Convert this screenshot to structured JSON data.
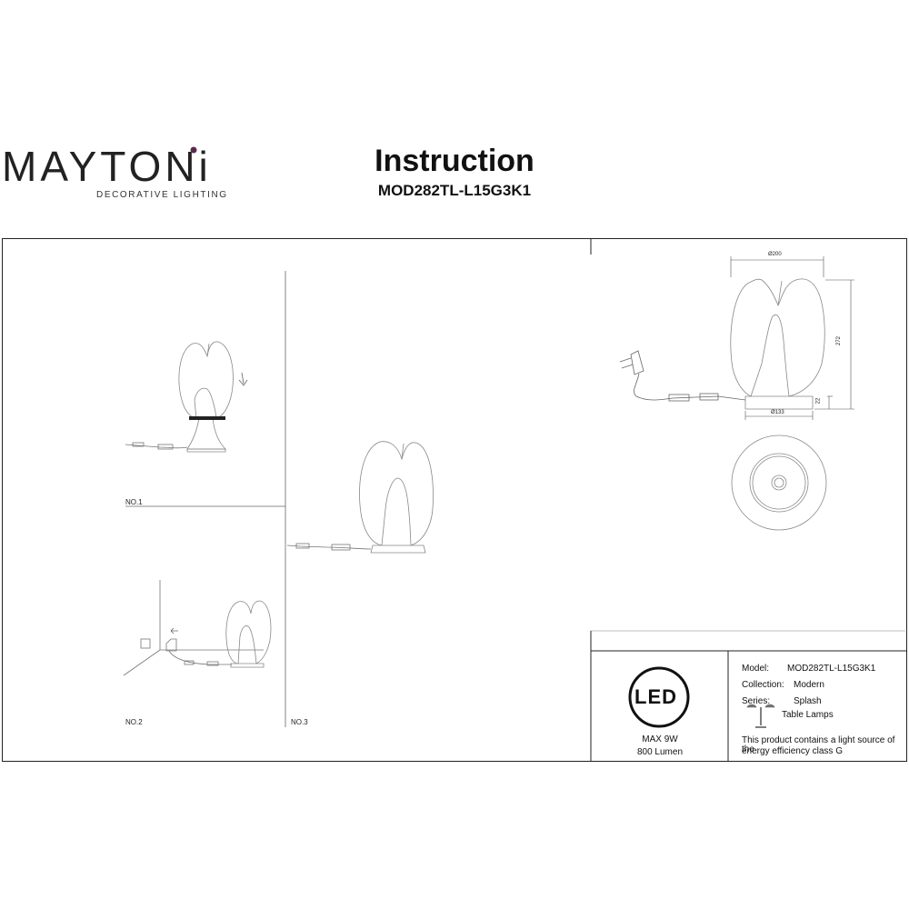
{
  "header": {
    "brand": "MAYTONi",
    "brand_tagline": "DECORATIVE LIGHTING",
    "title": "Instruction",
    "model_code": "MOD282TL-L15G3K1"
  },
  "steps": {
    "step1": "NO.1",
    "step2": "NO.2",
    "step3": "NO.3"
  },
  "dimensions": {
    "top_diameter": "Ø200",
    "height": "272",
    "base_height": "22",
    "base_diameter": "Ø133"
  },
  "info_panel": {
    "led_label": "LED",
    "max_power": "MAX 9W",
    "lumen": "800 Lumen",
    "model_label": "Model:",
    "model_value": "MOD282TL-L15G3K1",
    "collection_label": "Collection:",
    "collection_value": "Modern",
    "series_label": "Series:",
    "series_value": "Splash",
    "type_value": "Table Lamps",
    "energy_line1": "This product contains a light source of the",
    "energy_line2": "energy efficiency class G"
  },
  "colors": {
    "brand_accent": "#5b2a4f",
    "line": "#222222",
    "light_line": "#888888"
  }
}
